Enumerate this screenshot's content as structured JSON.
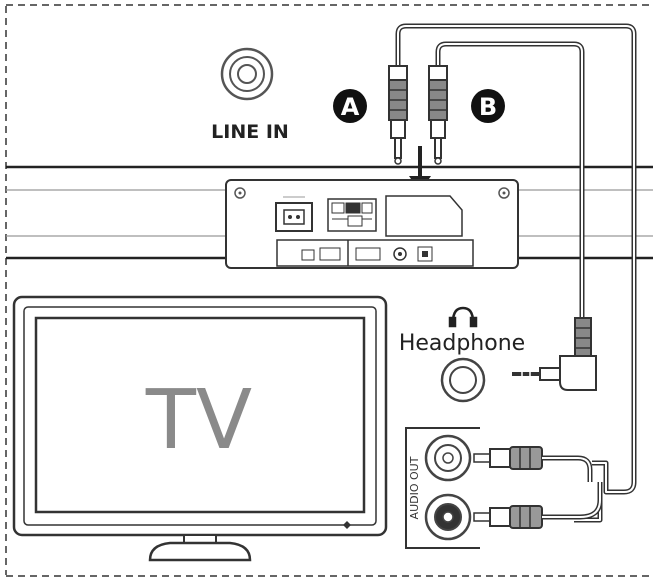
{
  "labels": {
    "line_in": "LINE IN",
    "plug_a": "A",
    "plug_b": "B",
    "headphone": "Headphone",
    "tv": "TV",
    "audio_out": "AUDIO OUT"
  },
  "icons": {
    "headphone": "headphone-icon",
    "arrow": "arrow-down-icon"
  }
}
